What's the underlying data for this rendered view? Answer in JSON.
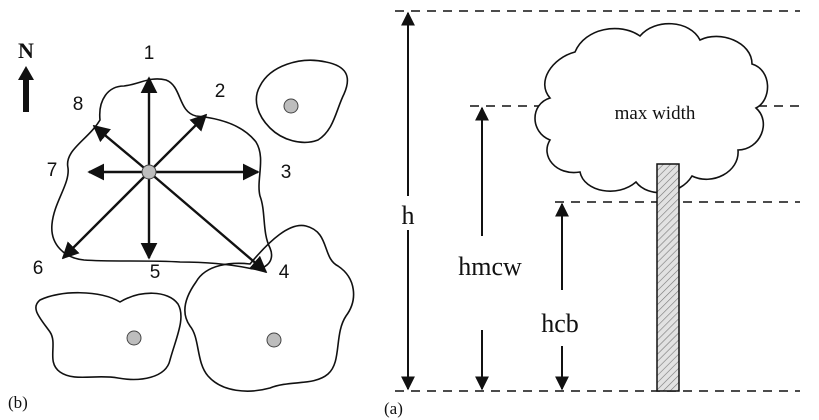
{
  "panel_b": {
    "panel_label": "(b)",
    "north_label": "N",
    "direction_labels": [
      "1",
      "2",
      "3",
      "4",
      "5",
      "6",
      "7",
      "8"
    ]
  },
  "panel_a": {
    "panel_label": "(a)",
    "crown_label": "max width",
    "h_label": "h",
    "hmcw_label": "hmcw",
    "hcb_label": "hcb"
  },
  "colors": {
    "stroke": "#111111",
    "center_dot": "#bdbdbd",
    "trunk_fill": "#d9d9d9"
  }
}
